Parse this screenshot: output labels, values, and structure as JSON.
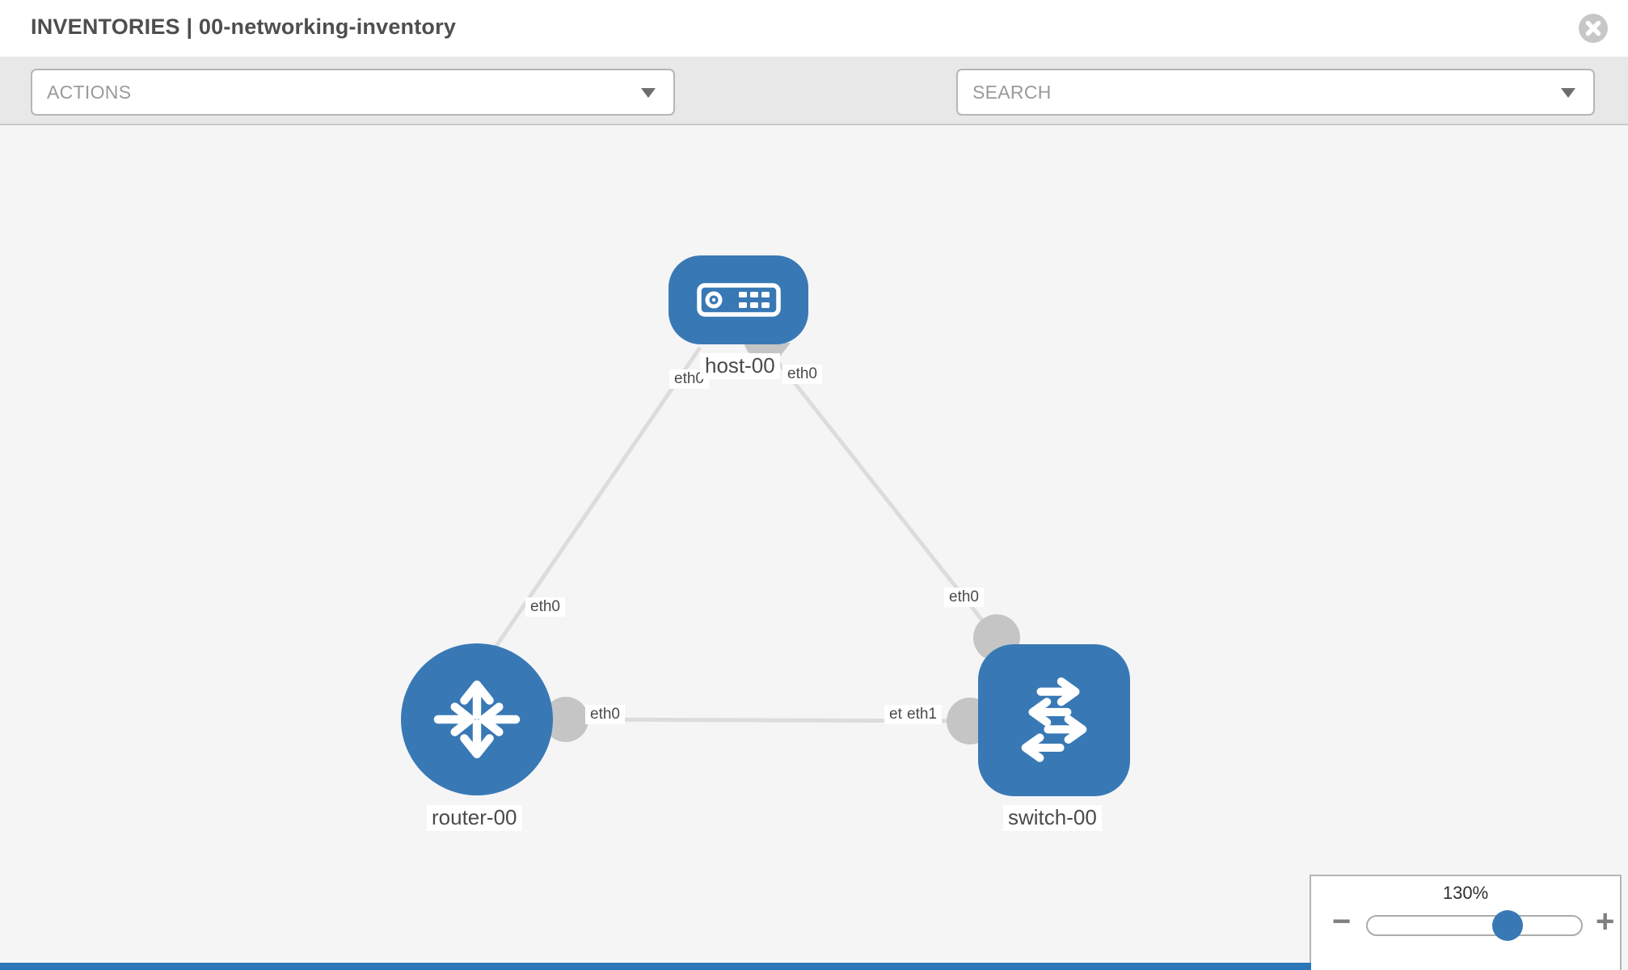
{
  "header": {
    "title": "INVENTORIES | 00-networking-inventory"
  },
  "toolbar": {
    "actions_label": "ACTIONS",
    "search_placeholder": "SEARCH"
  },
  "icons": {
    "close": "circle-x",
    "wrench": "wrench",
    "key": "key",
    "caret": "triangle-down",
    "host": "server-chassis",
    "router": "four-way-arrows",
    "switch": "alternating-arrows"
  },
  "colors": {
    "node_blue": "#3879b5",
    "link_gray": "#dcdcdd",
    "connector_gray": "#c5c5c5",
    "canvas_bg": "#f5f5f6",
    "toolbar_bg": "#e8e8e8",
    "bottom_bar_blue": "#2c77b8"
  },
  "diagram": {
    "nodes": [
      {
        "id": "host-00",
        "label": "host-00",
        "type": "host",
        "shape": "rounded-rect"
      },
      {
        "id": "router-00",
        "label": "router-00",
        "type": "router",
        "shape": "circle"
      },
      {
        "id": "switch-00",
        "label": "switch-00",
        "type": "switch",
        "shape": "rounded-square"
      }
    ],
    "links": [
      {
        "from": "host-00",
        "to": "router-00",
        "from_interface": "eth0",
        "to_interface": "eth0"
      },
      {
        "from": "host-00",
        "to": "switch-00",
        "from_interface": "eth0",
        "to_interface": "eth0"
      },
      {
        "from": "router-00",
        "to": "switch-00",
        "from_interface": "eth0",
        "to_interface": "eth1"
      }
    ],
    "interface_labels": {
      "host_left": "eth0",
      "host_right": "eth0",
      "router_top": "eth0",
      "switch_top": "eth0",
      "router_right": "eth0",
      "switch_left_back": "eth0",
      "switch_left_front": "eth1"
    }
  },
  "zoom_control": {
    "value": "130%",
    "minus": "−",
    "plus": "+"
  }
}
